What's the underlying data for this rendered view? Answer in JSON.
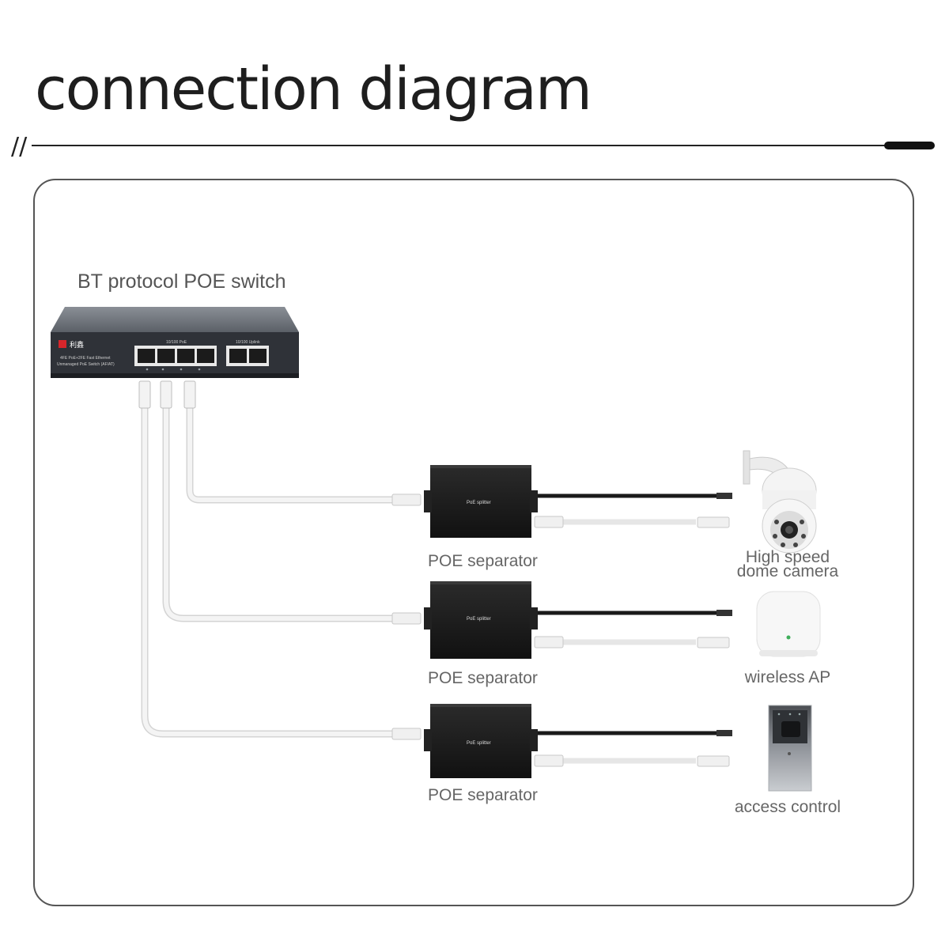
{
  "header": {
    "title": "connection diagram",
    "slashes": "//"
  },
  "switch": {
    "label": "BT protocol POE switch",
    "brand_text": "利鑫",
    "ports_label": "10/100 PoE",
    "uplink_label": "10/100 Uplink",
    "model_line1": "4FE PoE+2FE Fast Ethernet",
    "model_line2": "Unmanaged PoE Switch (AF/AT)"
  },
  "separators": [
    {
      "label": "POE separator",
      "brand": "PoE splitter"
    },
    {
      "label": "POE separator",
      "brand": "PoE splitter"
    },
    {
      "label": "POE separator",
      "brand": "PoE splitter"
    }
  ],
  "devices": [
    {
      "label_line1": "High speed",
      "label_line2": "dome camera",
      "icon": "dome-camera-icon"
    },
    {
      "label_line1": "wireless AP",
      "label_line2": "",
      "icon": "wireless-ap-icon"
    },
    {
      "label_line1": "access control",
      "label_line2": "",
      "icon": "access-control-icon"
    }
  ],
  "colors": {
    "switch_body": "#2f3238",
    "separator_body": "#1c1c1c",
    "cable_white": "#eeeeee",
    "cable_black": "#1a1a1a",
    "accent_red": "#d7262b"
  }
}
